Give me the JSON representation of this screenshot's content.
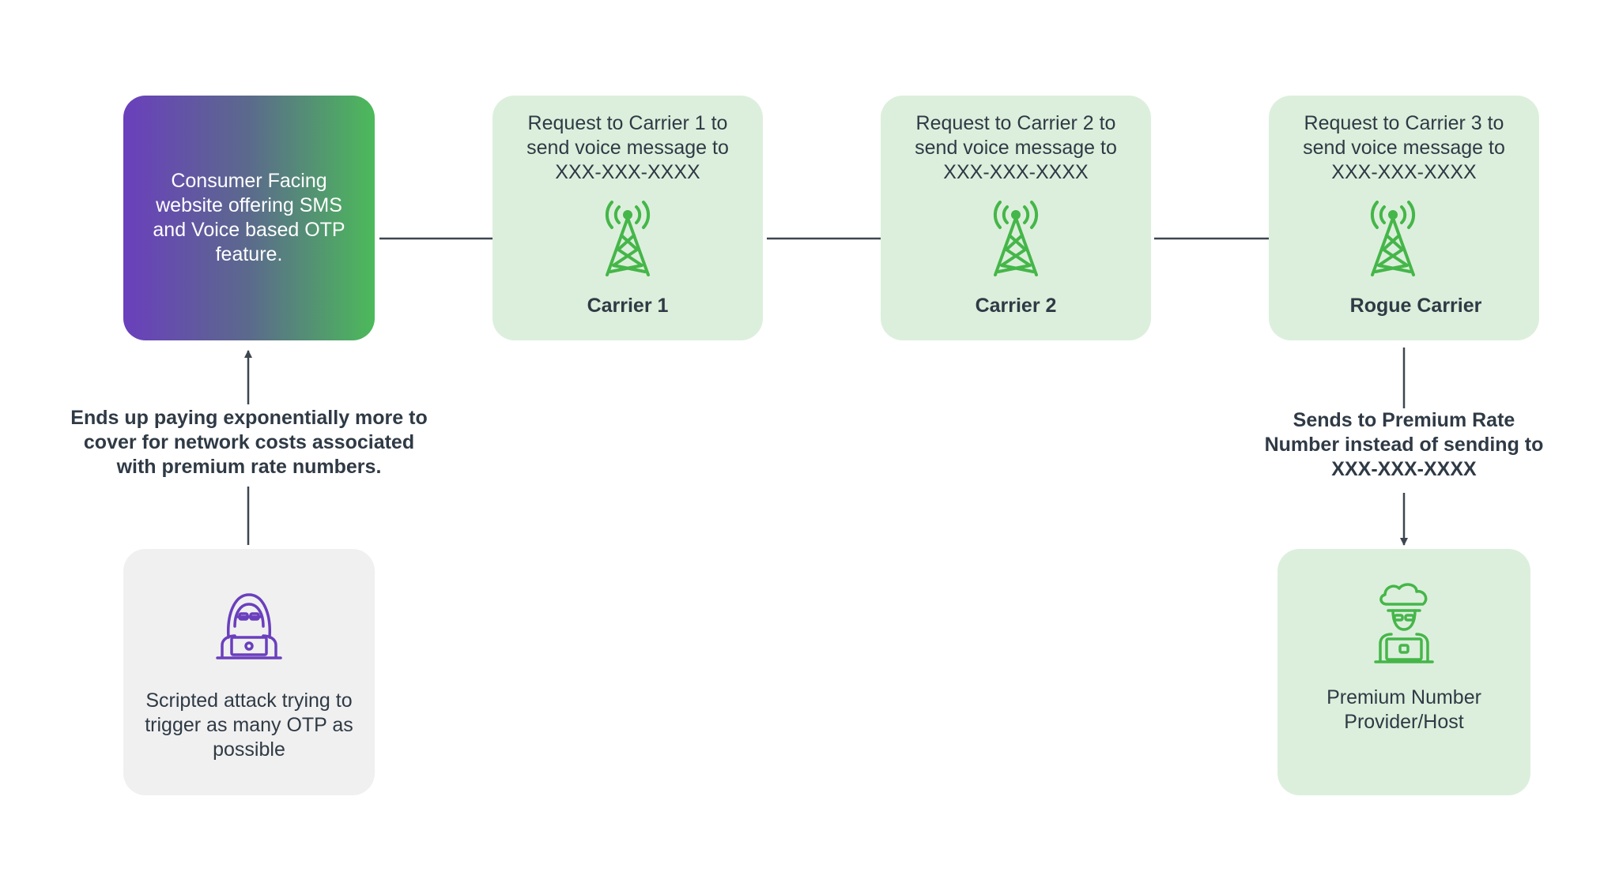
{
  "source": {
    "text": "Consumer Facing website offering SMS and Voice based OTP feature."
  },
  "carriers": [
    {
      "request": "Request to Carrier 1 to send voice message to XXX-XXX-XXXX",
      "label": "Carrier 1",
      "icon": "cell-tower-icon"
    },
    {
      "request": "Request to Carrier 2 to send voice message to XXX-XXX-XXXX",
      "label": "Carrier 2",
      "icon": "cell-tower-icon"
    },
    {
      "request": "Request to Carrier 3 to send voice message to XXX-XXX-XXXX",
      "label": "Rogue Carrier",
      "icon": "cell-tower-icon"
    }
  ],
  "attacker": {
    "text": "Scripted attack trying to trigger as many OTP as possible",
    "icon": "hooded-hacker-icon"
  },
  "host": {
    "text": "Premium Number Provider/Host",
    "icon": "cloud-hacker-icon"
  },
  "labels": {
    "left": "Ends up paying exponentially more to cover for network costs associated with premium rate numbers.",
    "right": "Sends to Premium Rate Number instead of sending to XXX-XXX-XXXX"
  },
  "colors": {
    "green_card": "#dcefdc",
    "gray_card": "#f0f0f0",
    "gradient_start": "#6a3fbd",
    "gradient_end": "#4cba5a",
    "tower_green": "#45b649",
    "hacker_purple": "#6a3fbd",
    "arrow": "#3d4650"
  }
}
